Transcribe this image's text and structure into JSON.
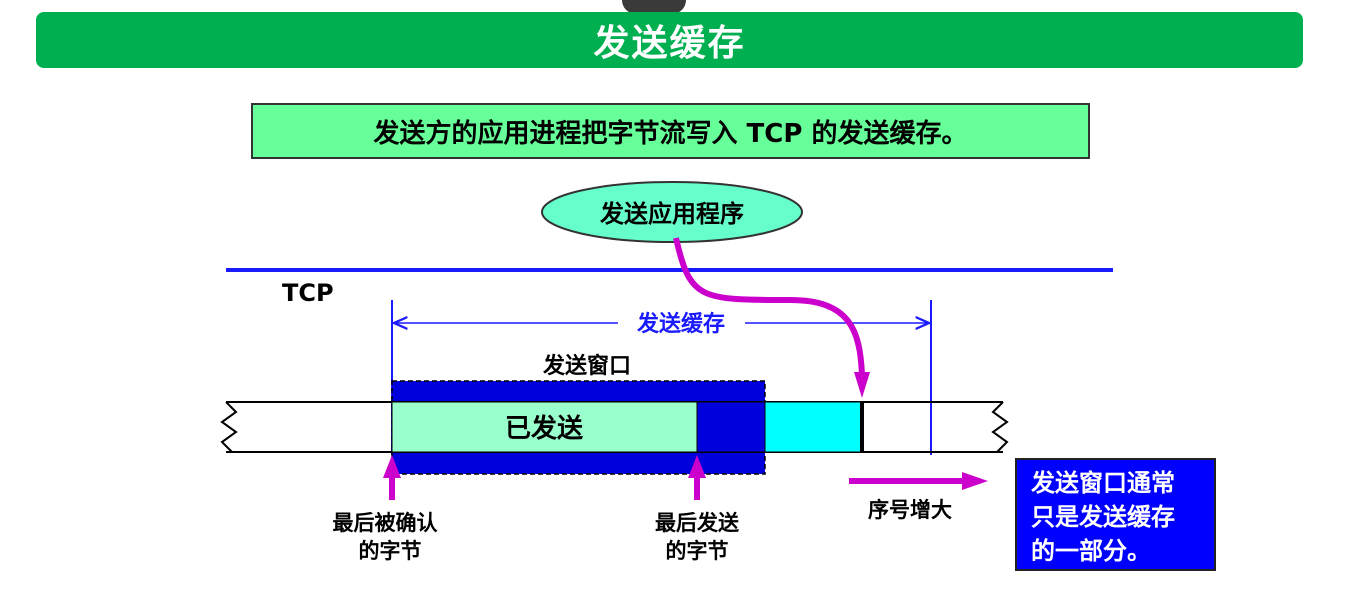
{
  "header": {
    "title": "发送缓存"
  },
  "note": {
    "text": "发送方的应用进程把字节流写入 TCP 的发送缓存。"
  },
  "diagram": {
    "app_label": "发送应用程序",
    "tcp_label": "TCP",
    "buffer_label": "发送缓存",
    "window_label": "发送窗口",
    "sent_label": "已发送",
    "last_acked_line1": "最后被确认",
    "last_acked_line2": "的字节",
    "last_sent_line1": "最后发送",
    "last_sent_line2": "的字节",
    "seq_label": "序号增大"
  },
  "side_note": {
    "line1": "发送窗口通常",
    "line2": "只是发送缓存",
    "line3": "的一部分。"
  },
  "colors": {
    "title_bg": "#00b050",
    "note_bg": "#66ff99",
    "sent_fill": "#99ffcc",
    "window_blue": "#0000dd",
    "unsent_fill": "#00ffff",
    "arrow_magenta": "#cc00cc",
    "line_blue": "#1a1aff",
    "ellipse_fill": "#66ffcc"
  }
}
